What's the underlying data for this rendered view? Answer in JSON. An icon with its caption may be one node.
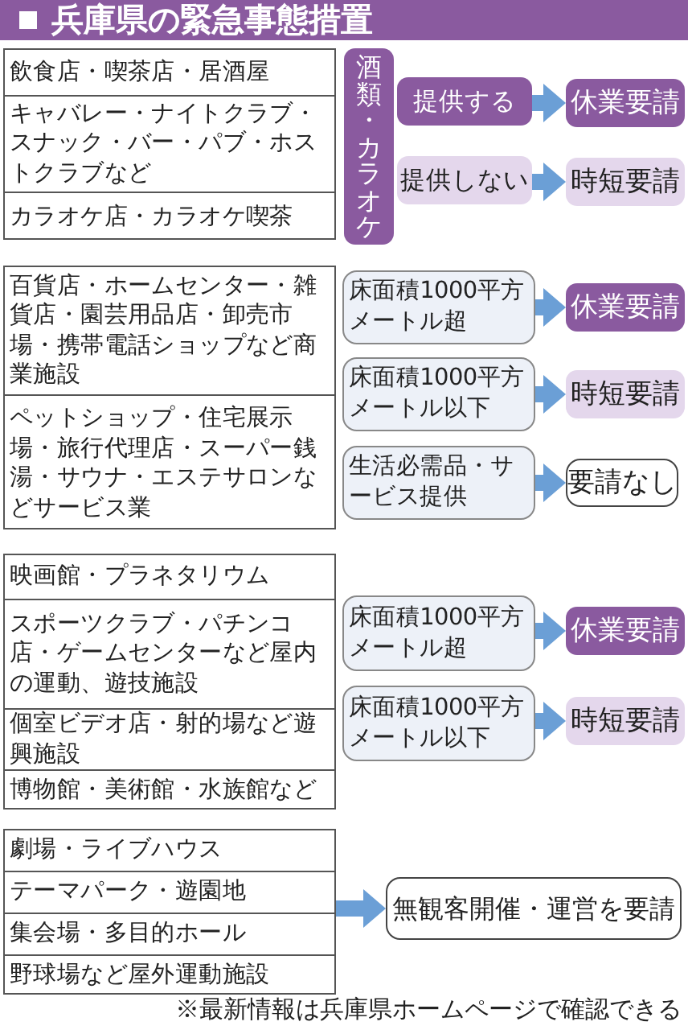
{
  "diagram": {
    "title": "兵庫県の緊急事態措置",
    "caption": "※最新情報は兵庫県ホームページで確認できる",
    "nodes": [
      {
        "text": [],
        "shape": "box"
      },
      {
        "text": [
          "飲食店・喫茶店・居酒屋"
        ],
        "in": 0
      },
      {
        "text": [
          "キャバレー・ナイトクラブ・スナック・バー・パブ・ホストクラブなど"
        ],
        "in": 0
      },
      {
        "text": [
          "カラオケ店・カラオケ喫茶"
        ],
        "in": 0
      },
      {
        "text": [
          "酒類・カラオケ"
        ]
      },
      {
        "text": [
          "提供する"
        ]
      },
      {
        "text": [
          "提供しない"
        ]
      },
      {
        "text": [
          "休業要請"
        ]
      },
      {
        "text": [
          "時短要請"
        ]
      },
      {
        "text": [],
        "shape": "box"
      },
      {
        "text": [
          "百貨店・ホームセンター・雑貨店・園芸用品店・卸売市場・携帯電話ショップなど商業施設"
        ],
        "in": 9
      },
      {
        "text": [
          "ペットショップ・住宅展示場・旅行代理店・スーパー銭湯・サウナ・エステサロンなどサービス業"
        ],
        "in": 9
      },
      {
        "text": [
          "床面積1000平方メートル超"
        ]
      },
      {
        "text": [
          "床面積1000平方メートル以下"
        ]
      },
      {
        "text": [
          "生活必需品・サービス提供"
        ]
      },
      {
        "text": [
          "休業要請"
        ]
      },
      {
        "text": [
          "時短要請"
        ]
      },
      {
        "text": [
          "要請なし"
        ]
      },
      {
        "text": [],
        "shape": "box"
      },
      {
        "text": [
          "映画館・プラネタリウム"
        ],
        "in": 18
      },
      {
        "text": [
          "スポーツクラブ・パチンコ店・ゲームセンターなど屋内の運動、遊技施設"
        ],
        "in": 18
      },
      {
        "text": [
          "個室ビデオ店・射的場など遊興施設"
        ],
        "in": 18
      },
      {
        "text": [
          "博物館・美術館・水族館など"
        ],
        "in": 18
      },
      {
        "text": [
          "床面積1000平方メートル超"
        ]
      },
      {
        "text": [
          "床面積1000平方メートル以下"
        ]
      },
      {
        "text": [
          "休業要請"
        ]
      },
      {
        "text": [
          "時短要請"
        ]
      },
      {
        "text": [],
        "shape": "box"
      },
      {
        "text": [
          "劇場・ライブハウス"
        ],
        "in": 27
      },
      {
        "text": [
          "テーマパーク・遊園地"
        ],
        "in": 27
      },
      {
        "text": [
          "集会場・多目的ホール"
        ],
        "in": 27
      },
      {
        "text": [
          "野球場など屋外運動施設"
        ],
        "in": 27
      },
      {
        "text": [
          "無観客開催・運営を要請"
        ]
      }
    ],
    "edges": [
      {
        "from": 5,
        "to": 7,
        "arrow": "to"
      },
      {
        "from": 6,
        "to": 8,
        "arrow": "to"
      },
      {
        "from": 12,
        "to": 15,
        "arrow": "to"
      },
      {
        "from": 13,
        "to": 16,
        "arrow": "to"
      },
      {
        "from": 14,
        "to": 17,
        "arrow": "to"
      },
      {
        "from": 23,
        "to": 25,
        "arrow": "to"
      },
      {
        "from": 24,
        "to": 26,
        "arrow": "to"
      },
      {
        "from": 27,
        "to": 32,
        "arrow": "to"
      }
    ]
  }
}
